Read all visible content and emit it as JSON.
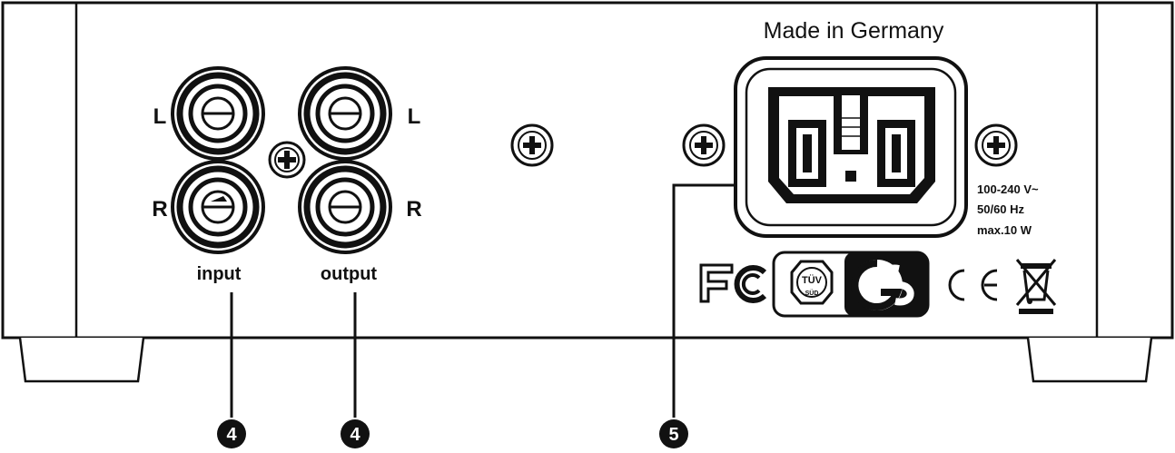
{
  "header": {
    "made_in": "Made in Germany"
  },
  "inputs": {
    "left_label": "L",
    "right_label": "R",
    "caption": "input"
  },
  "outputs": {
    "left_label": "L",
    "right_label": "R",
    "caption": "output"
  },
  "power": {
    "spec_voltage": "100-240 V~",
    "spec_freq": "50/60 Hz",
    "spec_power": "max.10 W"
  },
  "certifications": {
    "tuv_top": "TÜV",
    "tuv_bottom": "SÜD"
  },
  "callouts": {
    "input_number": "4",
    "output_number": "4",
    "power_number": "5"
  }
}
